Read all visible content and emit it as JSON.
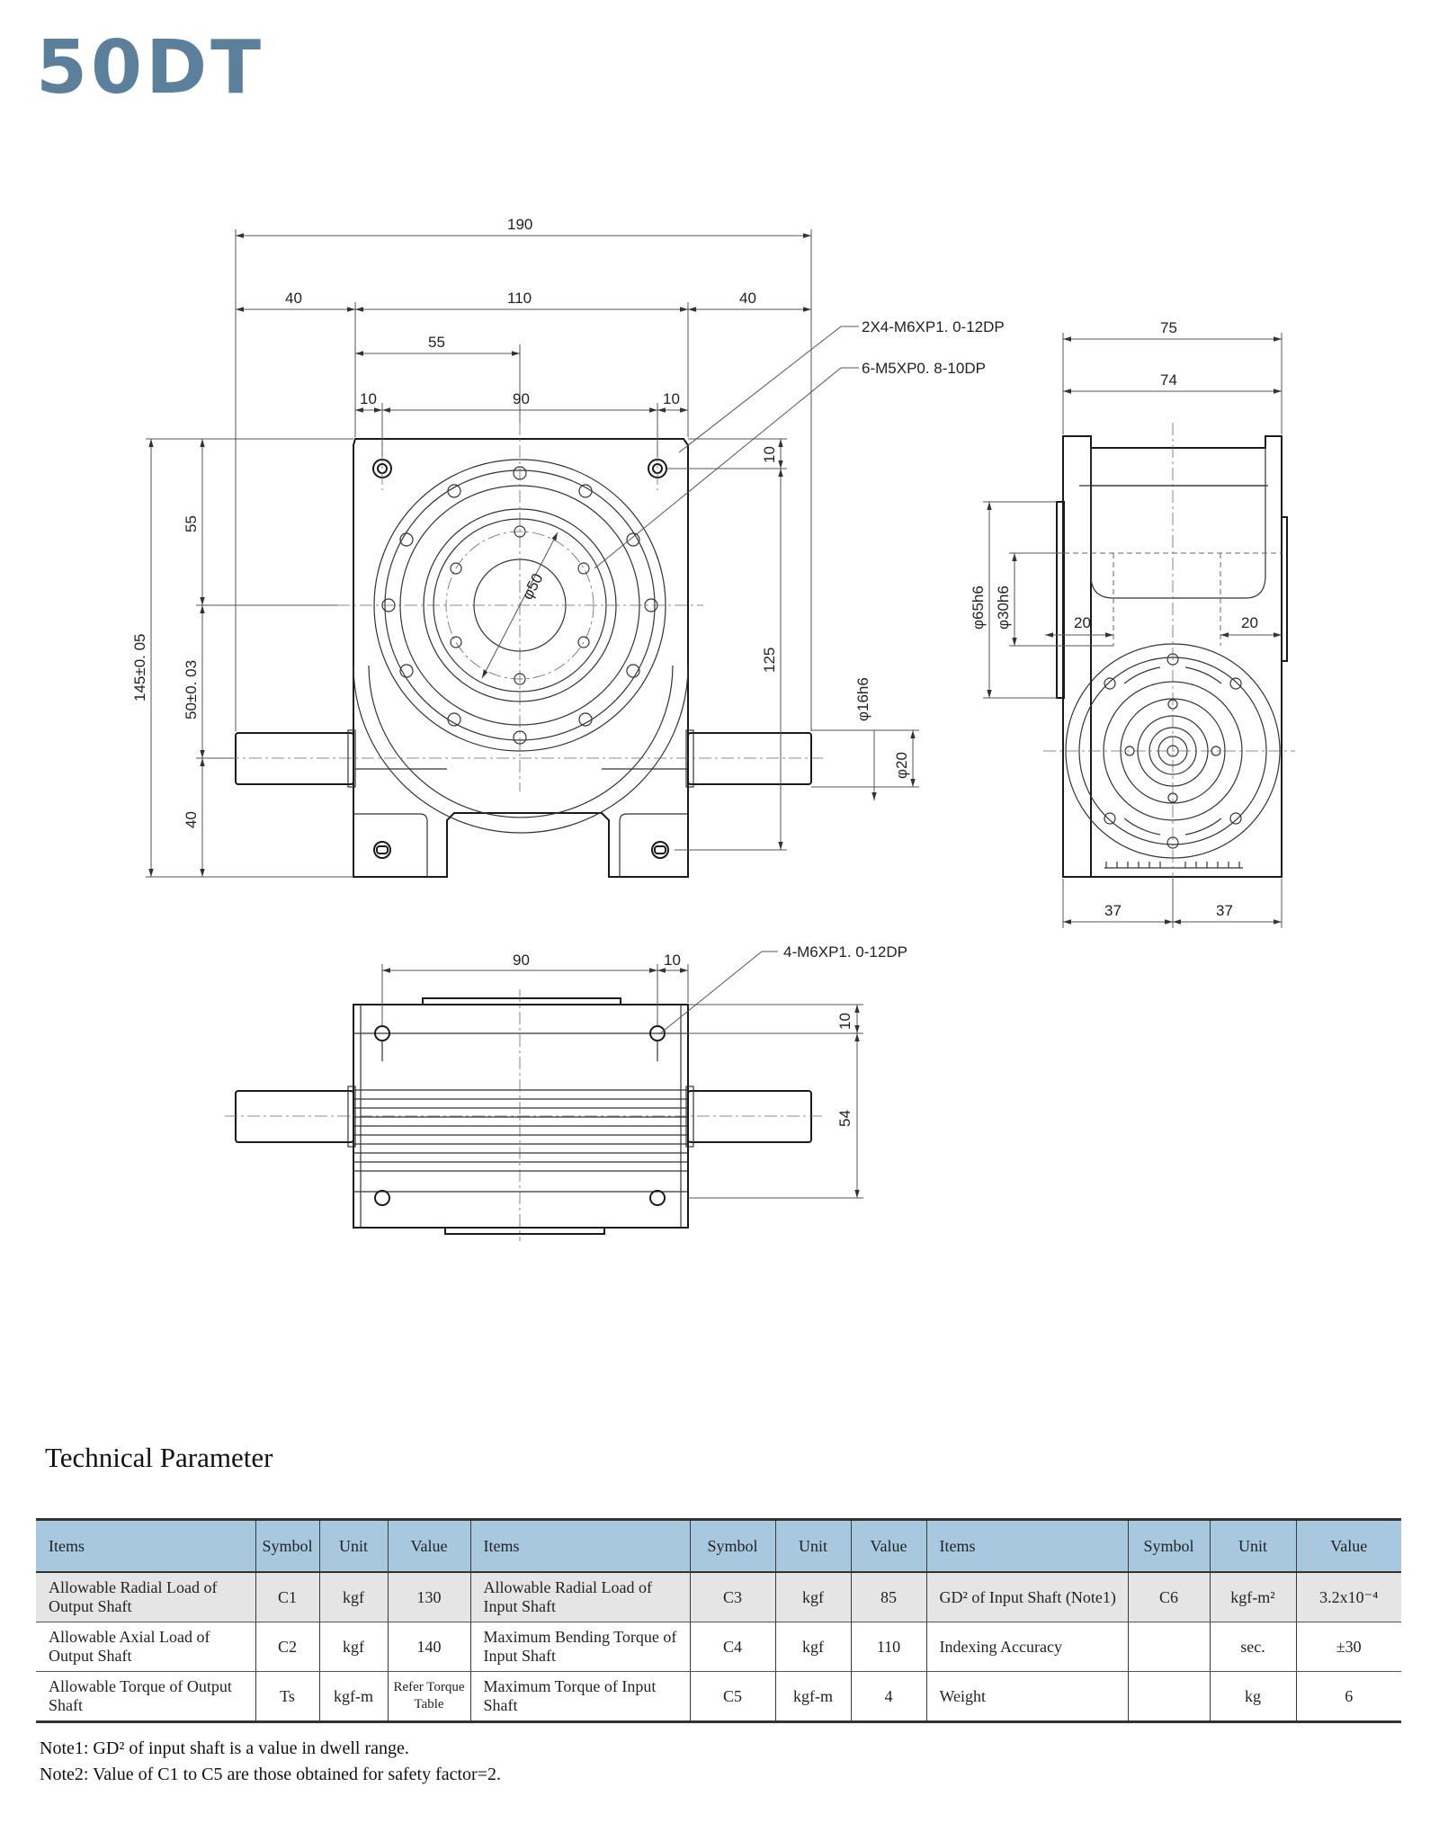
{
  "title": "50DT",
  "drawing": {
    "front": {
      "dims": {
        "overall_width": "190",
        "left": "40",
        "body": "110",
        "right": "40",
        "half": "55",
        "hole_offset_left": "10",
        "hole_pitch": "90",
        "hole_offset_right": "10",
        "overall_height": "145±0. 05",
        "upper": "55",
        "center": "50±0. 03",
        "lower": "40",
        "top_offset": "10",
        "hole_vertical": "125",
        "input_shaft": "φ16h6",
        "input_flange": "φ20",
        "pcd": "φ50"
      },
      "callouts": {
        "body_holes": "2X4-M6XP1. 0-12DP",
        "flange_holes": "6-M5XP0. 8-10DP"
      }
    },
    "side": {
      "dims": {
        "width": "75",
        "inner_width": "74",
        "flange_diameter": "φ65h6",
        "pilot_diameter": "φ30h6",
        "left_offset": "20",
        "right_offset": "20",
        "bottom_left": "37",
        "bottom_right": "37"
      }
    },
    "bottom": {
      "dims": {
        "hole_pitch": "90",
        "hole_offset": "10",
        "top_offset": "10",
        "height": "54"
      },
      "callouts": {
        "holes": "4-M6XP1. 0-12DP"
      }
    }
  },
  "tech": {
    "heading": "Technical Parameter",
    "headers": [
      "Items",
      "Symbol",
      "Unit",
      "Value",
      "Items",
      "Symbol",
      "Unit",
      "Value",
      "Items",
      "Symbol",
      "Unit",
      "Value"
    ],
    "rows": [
      {
        "c0": "Allowable Radial Load of Output Shaft",
        "c1": "C1",
        "c2": "kgf",
        "c3": "130",
        "c4": "Allowable Radial Load of Input Shaft",
        "c5": "C3",
        "c6": "kgf",
        "c7": "85",
        "c8": "GD² of Input Shaft (Note1)",
        "c9": "C6",
        "c10": "kgf-m²",
        "c11": "3.2x10⁻⁴"
      },
      {
        "c0": "Allowable Axial Load of Output Shaft",
        "c1": "C2",
        "c2": "kgf",
        "c3": "140",
        "c4": "Maximum Bending Torque of Input Shaft",
        "c5": "C4",
        "c6": "kgf",
        "c7": "110",
        "c8": "Indexing Accuracy",
        "c9": "",
        "c10": "sec.",
        "c11": "±30"
      },
      {
        "c0": "Allowable Torque of Output Shaft",
        "c1": "Ts",
        "c2": "kgf-m",
        "c3": "Refer Torque Table",
        "c4": "Maximum Torque of Input Shaft",
        "c5": "C5",
        "c6": "kgf-m",
        "c7": "4",
        "c8": "Weight",
        "c9": "",
        "c10": "kg",
        "c11": "6"
      }
    ],
    "notes": [
      "Note1: GD² of input shaft is a value in dwell range.",
      "Note2: Value of  C1 to C5 are those obtained for safety factor=2."
    ]
  }
}
